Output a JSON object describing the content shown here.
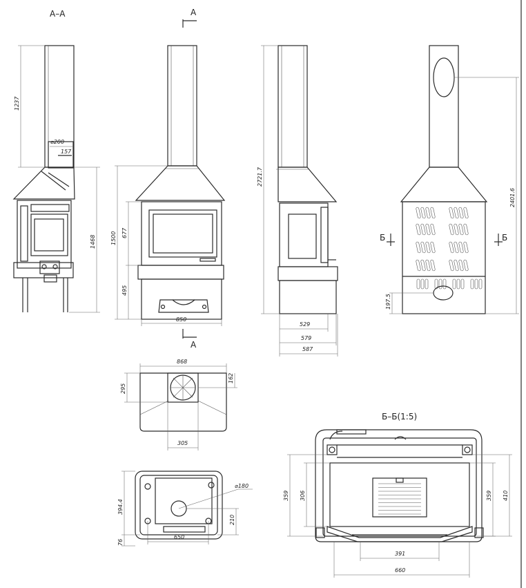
{
  "section_labels": {
    "aa_title": "А–А",
    "cut_top": "А",
    "cut_bottom": "А",
    "cut_b_left": "Б",
    "cut_b_right": "Б",
    "bb_title": "Б–Б(1:5)"
  },
  "dimensions": {
    "aa_chimney_height": "1237",
    "aa_flue_diameter": "⌀200",
    "aa_offset": "157",
    "aa_body_height": "1468",
    "front_total_height": "1500",
    "front_upper": "677",
    "front_lower": "495",
    "front_width": "850",
    "side_total_height": "2721.7",
    "side_depth_1": "529",
    "side_depth_2": "579",
    "side_depth_3": "587",
    "back_total_height": "2401.6",
    "back_low": "197.5",
    "top_width": "868",
    "top_depth": "295",
    "top_small": "162",
    "top_flue_width": "305",
    "base_depth": "394.4",
    "base_diameter": "⌀180",
    "base_offset": "210",
    "base_width": "650",
    "base_small": "76",
    "bb_h1": "359",
    "bb_h2": "306",
    "bb_h3": "359",
    "bb_h4": "410",
    "bb_inner_width": "391",
    "bb_outer_width": "660"
  }
}
